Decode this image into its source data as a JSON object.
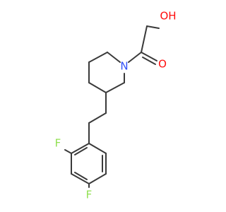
{
  "molecule": {
    "atoms": {
      "oxygen_hydroxyl": "OH",
      "oxygen_carbonyl": "O",
      "nitrogen": "N",
      "fluorine_ortho": "F",
      "fluorine_para": "F"
    },
    "colors": {
      "bond": "#3a3a3a",
      "oxygen": "#ff0d0d",
      "nitrogen": "#3050f8",
      "fluorine": "#90e050"
    }
  }
}
